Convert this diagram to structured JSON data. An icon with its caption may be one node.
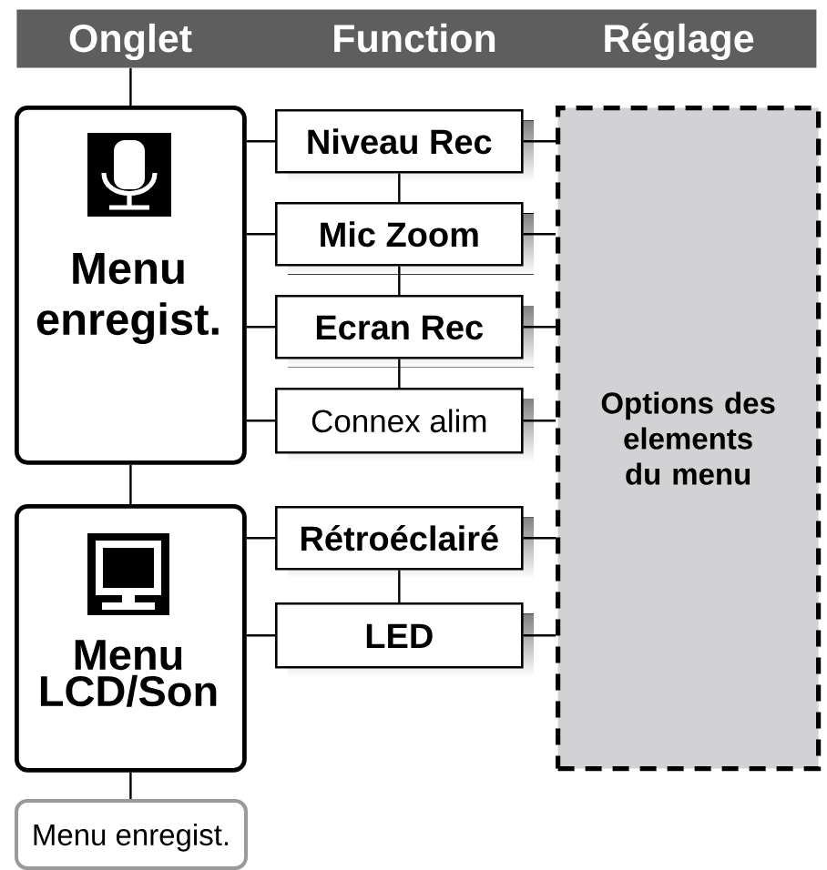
{
  "diagram": {
    "nodes": [
      {
        "text": [
          "Onglet",
          "Function",
          "Réglage"
        ]
      },
      {
        "text": [
          "Menu enregist."
        ]
      },
      {
        "text": [
          "Niveau Rec"
        ]
      },
      {
        "text": [
          "Mic Zoom"
        ]
      },
      {
        "text": [
          "Ecran Rec"
        ]
      },
      {
        "text": [
          "Connex alim"
        ]
      },
      {
        "text": [
          "Options des elements du menu"
        ]
      },
      {
        "text": [
          "Menu LCD/Son"
        ]
      },
      {
        "text": [
          "Rétroéclairé"
        ]
      },
      {
        "text": [
          "LED"
        ]
      },
      {
        "text": [
          "Menu enregist."
        ]
      }
    ],
    "edges": [
      {
        "from": 0,
        "to": 1,
        "arrow": "none"
      },
      {
        "from": 1,
        "to": 2,
        "arrow": "none"
      },
      {
        "from": 1,
        "to": 3,
        "arrow": "none"
      },
      {
        "from": 1,
        "to": 4,
        "arrow": "none"
      },
      {
        "from": 1,
        "to": 5,
        "arrow": "none"
      },
      {
        "from": 2,
        "to": 3,
        "arrow": "none"
      },
      {
        "from": 3,
        "to": 4,
        "arrow": "none"
      },
      {
        "from": 4,
        "to": 5,
        "arrow": "none"
      },
      {
        "from": 2,
        "to": 6,
        "arrow": "none"
      },
      {
        "from": 3,
        "to": 6,
        "arrow": "none"
      },
      {
        "from": 4,
        "to": 6,
        "arrow": "none"
      },
      {
        "from": 5,
        "to": 6,
        "arrow": "none"
      },
      {
        "from": 1,
        "to": 7,
        "arrow": "none"
      },
      {
        "from": 7,
        "to": 8,
        "arrow": "none"
      },
      {
        "from": 7,
        "to": 9,
        "arrow": "none"
      },
      {
        "from": 8,
        "to": 9,
        "arrow": "none"
      },
      {
        "from": 8,
        "to": 6,
        "arrow": "none"
      },
      {
        "from": 9,
        "to": 6,
        "arrow": "none"
      },
      {
        "from": 7,
        "to": 10,
        "arrow": "none"
      }
    ]
  }
}
